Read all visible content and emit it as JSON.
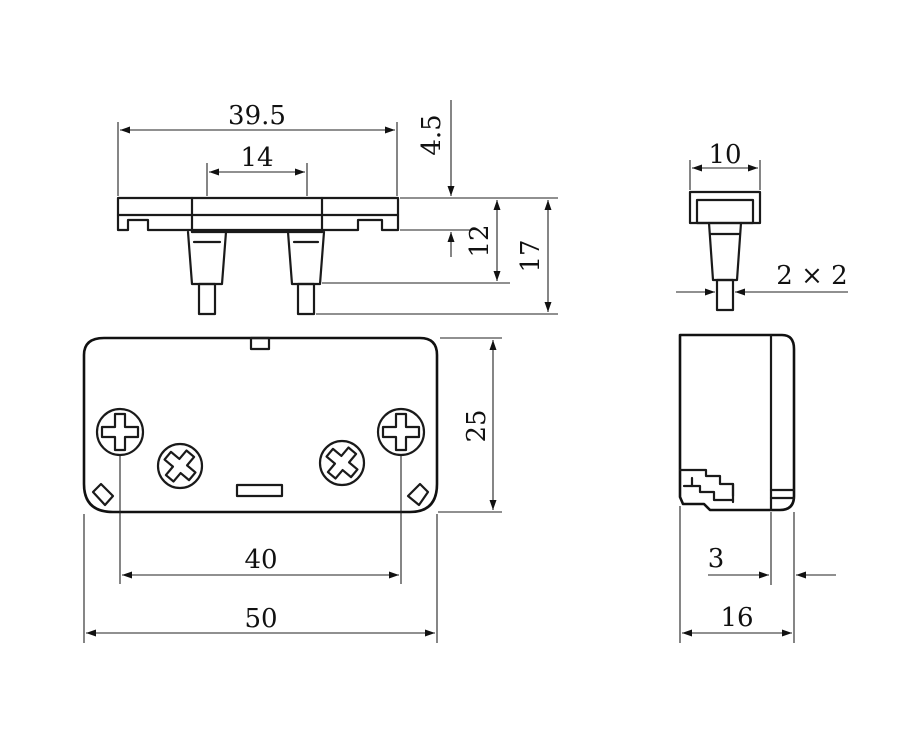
{
  "dimensions": {
    "top_overall_width": "39.5",
    "pin_spacing": "14",
    "pin_protrusion": "4.5",
    "body_to_pin": "12",
    "overall_height": "17",
    "plate_height": "25",
    "hole_spacing": "40",
    "plate_width": "50",
    "head_width": "10",
    "pin_size": "2 × 2",
    "step": "3",
    "side_depth": "16"
  }
}
